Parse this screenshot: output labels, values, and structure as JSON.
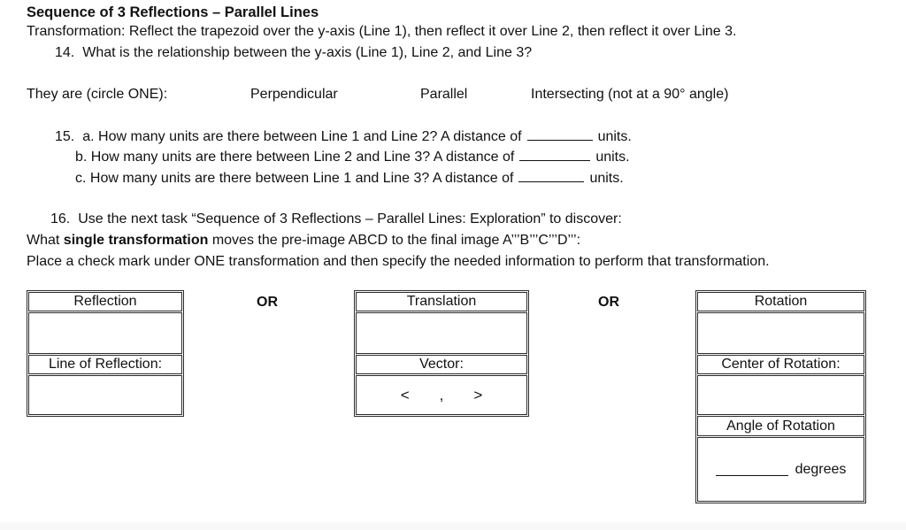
{
  "doc": {
    "title": "Sequence of 3 Reflections – Parallel Lines",
    "intro": "Transformation: Reflect the trapezoid over the y-axis (Line 1), then reflect it over Line 2, then reflect it over Line 3.",
    "q14": {
      "number": "14.",
      "text": "What is the relationship between the y-axis (Line 1), Line 2, and Line 3?"
    },
    "circle": {
      "prompt": "They are (circle ONE):",
      "options": [
        "Perpendicular",
        "Parallel",
        "Intersecting (not at a 90° angle)"
      ]
    },
    "q15": {
      "number": "15.",
      "items": [
        {
          "text": "a. How many units are there between Line 1 and Line 2? A distance of",
          "suffix": "units."
        },
        {
          "text": "b. How many units are there between Line 2 and Line 3? A distance of",
          "suffix": "units."
        },
        {
          "text": "c. How many units are there between Line 1 and Line 3? A distance of",
          "suffix": "units."
        }
      ]
    },
    "q16": {
      "number": "16.",
      "line1": "Use the next task “Sequence of 3 Reflections – Parallel Lines: Exploration” to discover:",
      "line2_prefix": "What ",
      "line2_bold": "single transformation",
      "line2_suffix": " moves the pre-image ABCD to the final image A’’’B’’’C’’’D’’’:",
      "line3": "Place a check mark under ONE transformation and then specify the needed information to perform that transformation."
    },
    "or_label": "OR",
    "tables": {
      "reflection": {
        "header": "Reflection",
        "field_label": "Line of Reflection:"
      },
      "translation": {
        "header": "Translation",
        "field_label": "Vector:",
        "vector": {
          "open": "<",
          "comma": ",",
          "close": ">"
        }
      },
      "rotation": {
        "header": "Rotation",
        "center_label": "Center of Rotation:",
        "angle_label": "Angle of Rotation",
        "degrees_word": "degrees"
      }
    }
  }
}
